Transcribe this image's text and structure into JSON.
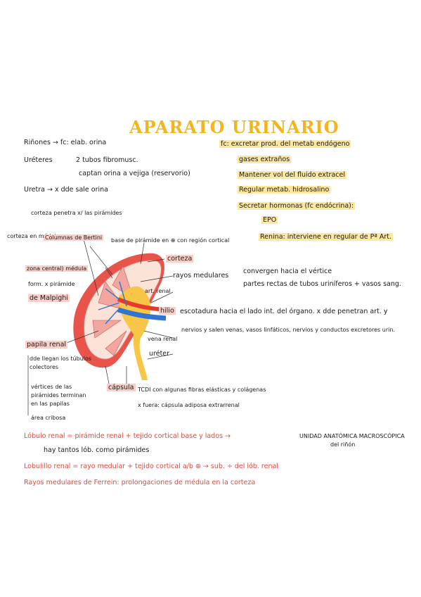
{
  "title": "APARATO URINARIO",
  "left": {
    "rinones": "Riñones → fc: elab. orina",
    "ureteres": "Uréteres",
    "ureteres_b1": "2 tubos fibromusc.",
    "ureteres_b2": "captan orina a vejiga (reservorio)",
    "uretra": "Uretra → x dde sale orina"
  },
  "right": {
    "fc": "fc: excretar prod. del metab endógeno",
    "gases": "gases extraños",
    "mantener": "Mantener vol del fluido extracel",
    "regular": "Regular metab. hidrosalino",
    "secretar": "Secretar hormonas (fc endócrina):",
    "epo": "EPO",
    "renina": "Renina: interviene en regular de Pª Art."
  },
  "diagram": {
    "corteza_penetra": "corteza penetra x/ las pirámides",
    "corteza_medula": "corteza en médula",
    "columnas": "Columnas de Bertini",
    "base_piramide": "base de pirámide en ⊕ con región cortical",
    "corteza": "corteza",
    "zona_medula": "zona central) médula",
    "form_piramide": "form. x pirámide",
    "malpighi": "de Malpighi",
    "rayos": "rayos medulares",
    "convergen": "convergen hacia el vértice",
    "partes": "partes rectas de tubos uriníferos + vasos sang.",
    "art_renal": "art. renal",
    "hilio": "hilio",
    "escotadura": "escotadura hacia el lado int. del órgano. x dde penetran art. y",
    "nervios": "nervios y salen venas, vasos linfáticos, nervios y conductos excretores urin.",
    "vena_renal": "vena renal",
    "ureter": "uréter",
    "papila": "papila renal",
    "dde_llegan": "dde llegan los túbulos colectores",
    "vertices": "vértices de las pirámides terminan en las papilas",
    "area": "área cribosa",
    "capsula": "cápsula",
    "tcdi": "TCDI con algunas fibras elásticas y colágenas",
    "x_fuera": "x fuera: cápsula adiposa extrarrenal"
  },
  "bottom": {
    "lobulo": "Lóbulo renal = pirámide renal + tejido cortical base y lados →",
    "unidad": "UNIDAD ANATÓMICA MACROSCÓPICA",
    "del_rinon": "del riñón",
    "hay_tantos": "hay tantos lób. como pirámides",
    "lobulillo": "Lobulillo renal = rayo medular + tejido cortical a/b ⊕ → sub. ÷ del lób. renal",
    "ferrein": "Rayos medulares de Ferrein: prolongaciones de médula en la corteza"
  },
  "colors": {
    "title": "#f3b51f",
    "highlight_yellow": "#fbe7a1",
    "highlight_pink": "#f9cfc9",
    "red_text": "#e0483a",
    "artery": "#e63a2e",
    "vein": "#2f74d0",
    "kidney_yellow": "#f7c646"
  }
}
